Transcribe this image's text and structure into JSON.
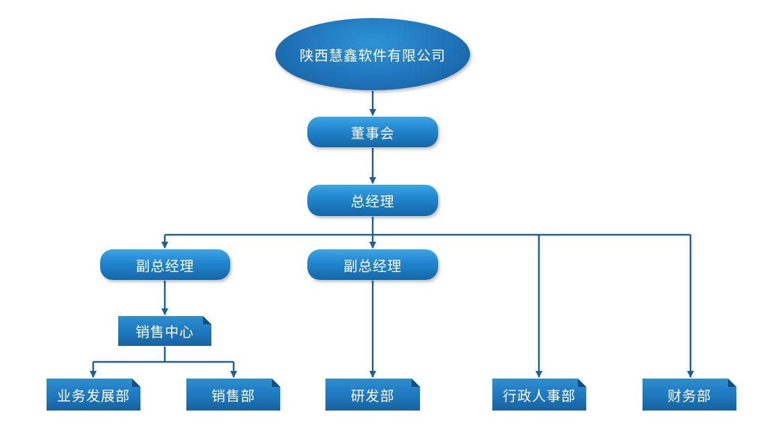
{
  "company": "陕西慧鑫软件有限公司",
  "board": "董事会",
  "general_manager": "总经理",
  "deputy_gm_left": "副总经理",
  "deputy_gm_mid": "副总经理",
  "sales_center": "销售中心",
  "departments": {
    "business_dev": "业务发展部",
    "sales": "销售部",
    "rnd": "研发部",
    "admin_hr": "行政人事部",
    "finance": "财务部"
  },
  "colors": {
    "node_blue": "#1f74ba",
    "connector": "#1f5f99",
    "text": "#ffffff"
  }
}
